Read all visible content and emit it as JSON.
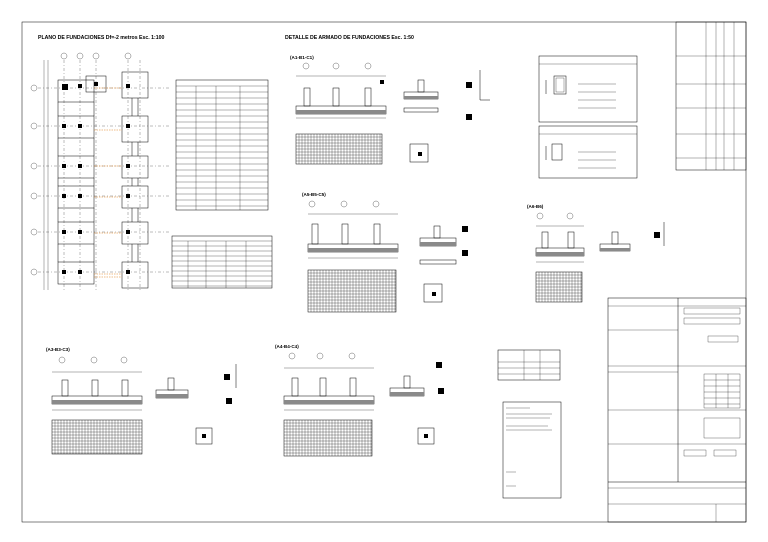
{
  "drawing": {
    "plan_title": "PLANO DE FUNDACIONES Df=-2 metros Esc. 1:100",
    "detail_title": "DETALLE DE ARMADO DE FUNDACIONES Esc. 1:50"
  },
  "footings": [
    {
      "id": "A1-B1-C1",
      "label": "(A1-B1-C1)"
    },
    {
      "id": "A5-B5-C5",
      "label": "(A5-B5-C5)"
    },
    {
      "id": "A6-B6",
      "label": "(A6-B6)"
    },
    {
      "id": "A3-B3-C3",
      "label": "(A3-B3-C3)"
    },
    {
      "id": "A4-B4-C4",
      "label": "(A4-B4-C4)"
    }
  ],
  "colors": {
    "line": "#000000",
    "axis": "#555555",
    "beam_marker": "#e07a10"
  }
}
